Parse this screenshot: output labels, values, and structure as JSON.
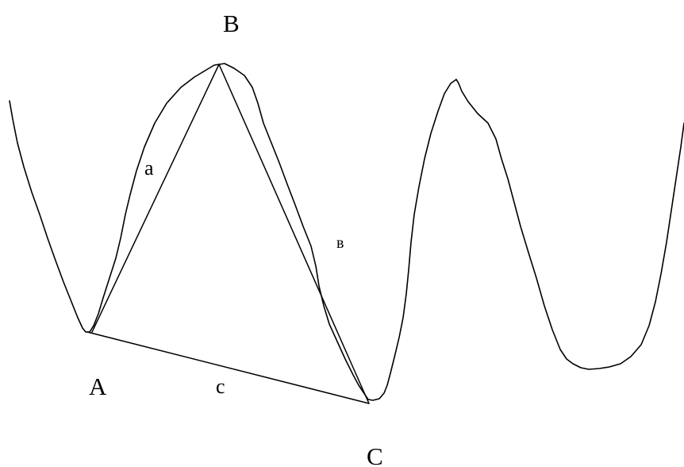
{
  "diagram": {
    "vertex_labels": {
      "top": "B",
      "left": "A",
      "bottom": "C"
    },
    "side_labels": {
      "left_side": "a",
      "right_side": "в",
      "bottom_side": "c"
    },
    "stroke_color": "#000000",
    "background_color": "#ffffff"
  }
}
